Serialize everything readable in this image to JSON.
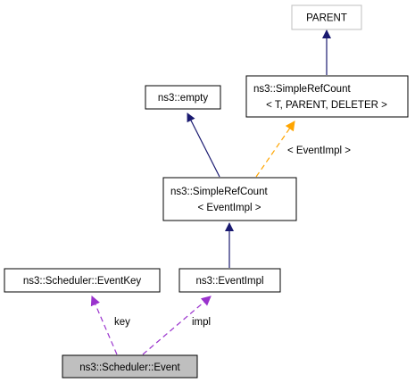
{
  "diagram": {
    "colors": {
      "inheritance": "#191970",
      "template": "#ffa500",
      "usage": "#9a32cd",
      "highlight_fill": "#bfbfbf",
      "ghost_border": "#bfbfbf",
      "border": "#000000"
    },
    "nodes": {
      "parent": {
        "line1": "PARENT"
      },
      "simple_ref_count_template": {
        "line1": "ns3::SimpleRefCount",
        "line2": "< T, PARENT, DELETER >"
      },
      "empty": {
        "line1": "ns3::empty"
      },
      "simple_ref_count_eventimpl": {
        "line1": "ns3::SimpleRefCount",
        "line2": "< EventImpl >"
      },
      "event_key": {
        "line1": "ns3::Scheduler::EventKey"
      },
      "event_impl": {
        "line1": "ns3::EventImpl"
      },
      "event": {
        "line1": "ns3::Scheduler::Event"
      }
    },
    "edges": {
      "template_label": "< EventImpl >",
      "key_label": "key",
      "impl_label": "impl"
    }
  }
}
